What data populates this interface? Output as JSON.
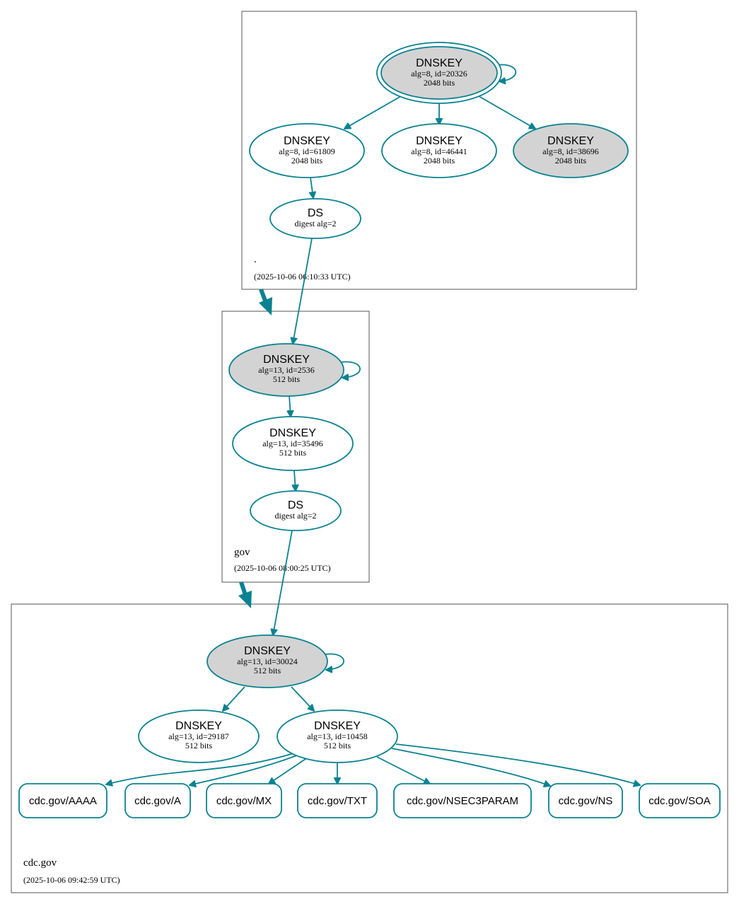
{
  "colors": {
    "edge": "#0a8291",
    "sep_fill": "#d3d3d3",
    "node_fill": "#ffffff",
    "zone_border": "#555555"
  },
  "zones": {
    "root": {
      "name": ".",
      "timestamp": "(2025-10-06 06:10:33 UTC)"
    },
    "gov": {
      "name": "gov",
      "timestamp": "(2025-10-06 08:00:25 UTC)"
    },
    "cdc": {
      "name": "cdc.gov",
      "timestamp": "(2025-10-06 09:42:59 UTC)"
    }
  },
  "nodes": {
    "root_ksk": {
      "title": "DNSKEY",
      "line1": "alg=8, id=20326",
      "line2": "2048 bits"
    },
    "root_zsk1": {
      "title": "DNSKEY",
      "line1": "alg=8, id=61809",
      "line2": "2048 bits"
    },
    "root_zsk2": {
      "title": "DNSKEY",
      "line1": "alg=8, id=46441",
      "line2": "2048 bits"
    },
    "root_k3": {
      "title": "DNSKEY",
      "line1": "alg=8, id=38696",
      "line2": "2048 bits"
    },
    "root_ds": {
      "title": "DS",
      "line1": "digest alg=2"
    },
    "gov_ksk": {
      "title": "DNSKEY",
      "line1": "alg=13, id=2536",
      "line2": "512 bits"
    },
    "gov_zsk": {
      "title": "DNSKEY",
      "line1": "alg=13, id=35496",
      "line2": "512 bits"
    },
    "gov_ds": {
      "title": "DS",
      "line1": "digest alg=2"
    },
    "cdc_ksk": {
      "title": "DNSKEY",
      "line1": "alg=13, id=30024",
      "line2": "512 bits"
    },
    "cdc_zsk1": {
      "title": "DNSKEY",
      "line1": "alg=13, id=29187",
      "line2": "512 bits"
    },
    "cdc_zsk2": {
      "title": "DNSKEY",
      "line1": "alg=13, id=10458",
      "line2": "512 bits"
    }
  },
  "rrsets": {
    "aaaa": "cdc.gov/AAAA",
    "a": "cdc.gov/A",
    "mx": "cdc.gov/MX",
    "txt": "cdc.gov/TXT",
    "nsec3param": "cdc.gov/NSEC3PARAM",
    "ns": "cdc.gov/NS",
    "soa": "cdc.gov/SOA"
  }
}
